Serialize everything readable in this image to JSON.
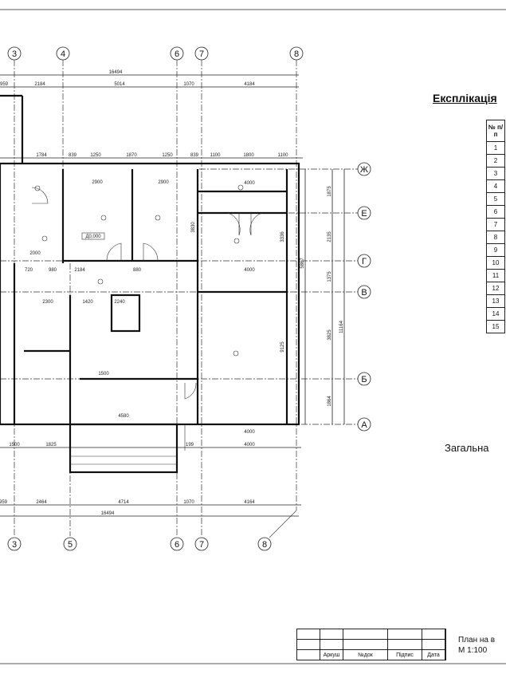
{
  "plan": {
    "axes_columns": [
      "3",
      "4",
      "5",
      "6",
      "7",
      "8"
    ],
    "axes_rows": [
      "Ж",
      "Е",
      "Г",
      "В",
      "Б",
      "А"
    ],
    "top_dims": {
      "overall": "16494",
      "segments": [
        "959",
        "2184",
        "5014",
        "1070",
        "4184"
      ],
      "openings": [
        "1784",
        "839",
        "1250",
        "1870",
        "1250",
        "839",
        "1100",
        "1800",
        "1100"
      ]
    },
    "bottom_dims": {
      "overall": "16494",
      "segments": [
        "959",
        "2464",
        "4714",
        "1070",
        "4164"
      ],
      "inner": [
        "1500",
        "1825",
        "199",
        "4000"
      ]
    },
    "right_dims": [
      "1875",
      "2135",
      "1375",
      "3825",
      "1864",
      "11164",
      "5867"
    ],
    "room_dims": [
      "2900",
      "2900",
      "4000",
      "4000",
      "2000",
      "2184",
      "2300",
      "2240",
      "4580",
      "4000",
      "3830",
      "3336",
      "9125",
      "980",
      "720",
      "880",
      "1420",
      "1500"
    ],
    "note_label": "Д0,000"
  },
  "explication": {
    "title": "Експлікація",
    "header": "№ п/п",
    "rows": [
      "1",
      "2",
      "3",
      "4",
      "5",
      "6",
      "7",
      "8",
      "9",
      "10",
      "11",
      "12",
      "13",
      "14",
      "15"
    ],
    "total_label": "Загальна"
  },
  "title_block": {
    "columns": [
      "Аркуш",
      "№док",
      "Підпис",
      "Дата"
    ],
    "sheet_title": "План на в",
    "scale": "М 1:100"
  }
}
